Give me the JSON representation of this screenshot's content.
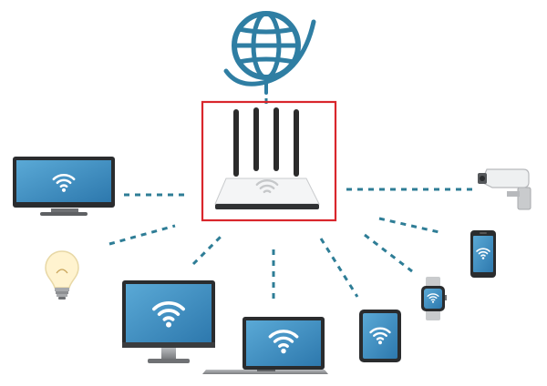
{
  "diagram": {
    "nodes": [
      {
        "id": "internet",
        "icon": "globe-icon"
      },
      {
        "id": "router",
        "icon": "wifi-router-icon",
        "highlighted": true
      },
      {
        "id": "smart-tv",
        "icon": "tv-monitor-icon"
      },
      {
        "id": "smart-bulb",
        "icon": "light-bulb-icon"
      },
      {
        "id": "desktop",
        "icon": "desktop-monitor-icon"
      },
      {
        "id": "laptop",
        "icon": "laptop-icon"
      },
      {
        "id": "tablet",
        "icon": "tablet-icon"
      },
      {
        "id": "smartwatch",
        "icon": "smartwatch-icon"
      },
      {
        "id": "smartphone",
        "icon": "smartphone-icon"
      },
      {
        "id": "security-camera",
        "icon": "security-camera-icon"
      }
    ],
    "links": [
      {
        "from": "internet",
        "to": "router",
        "style": "dashed"
      },
      {
        "from": "router",
        "to": "smart-tv",
        "style": "dashed"
      },
      {
        "from": "router",
        "to": "smart-bulb",
        "style": "dashed"
      },
      {
        "from": "router",
        "to": "desktop",
        "style": "dashed"
      },
      {
        "from": "router",
        "to": "laptop",
        "style": "dashed"
      },
      {
        "from": "router",
        "to": "tablet",
        "style": "dashed"
      },
      {
        "from": "router",
        "to": "smartwatch",
        "style": "dashed"
      },
      {
        "from": "router",
        "to": "smartphone",
        "style": "dashed"
      },
      {
        "from": "router",
        "to": "security-camera",
        "style": "dashed"
      }
    ]
  },
  "colors": {
    "link": "#2e7d96",
    "highlight": "#d9262c",
    "screen_blue": "#3c8fc4",
    "globe": "#2f7ea3",
    "device_gray": "#8a8c8f"
  }
}
